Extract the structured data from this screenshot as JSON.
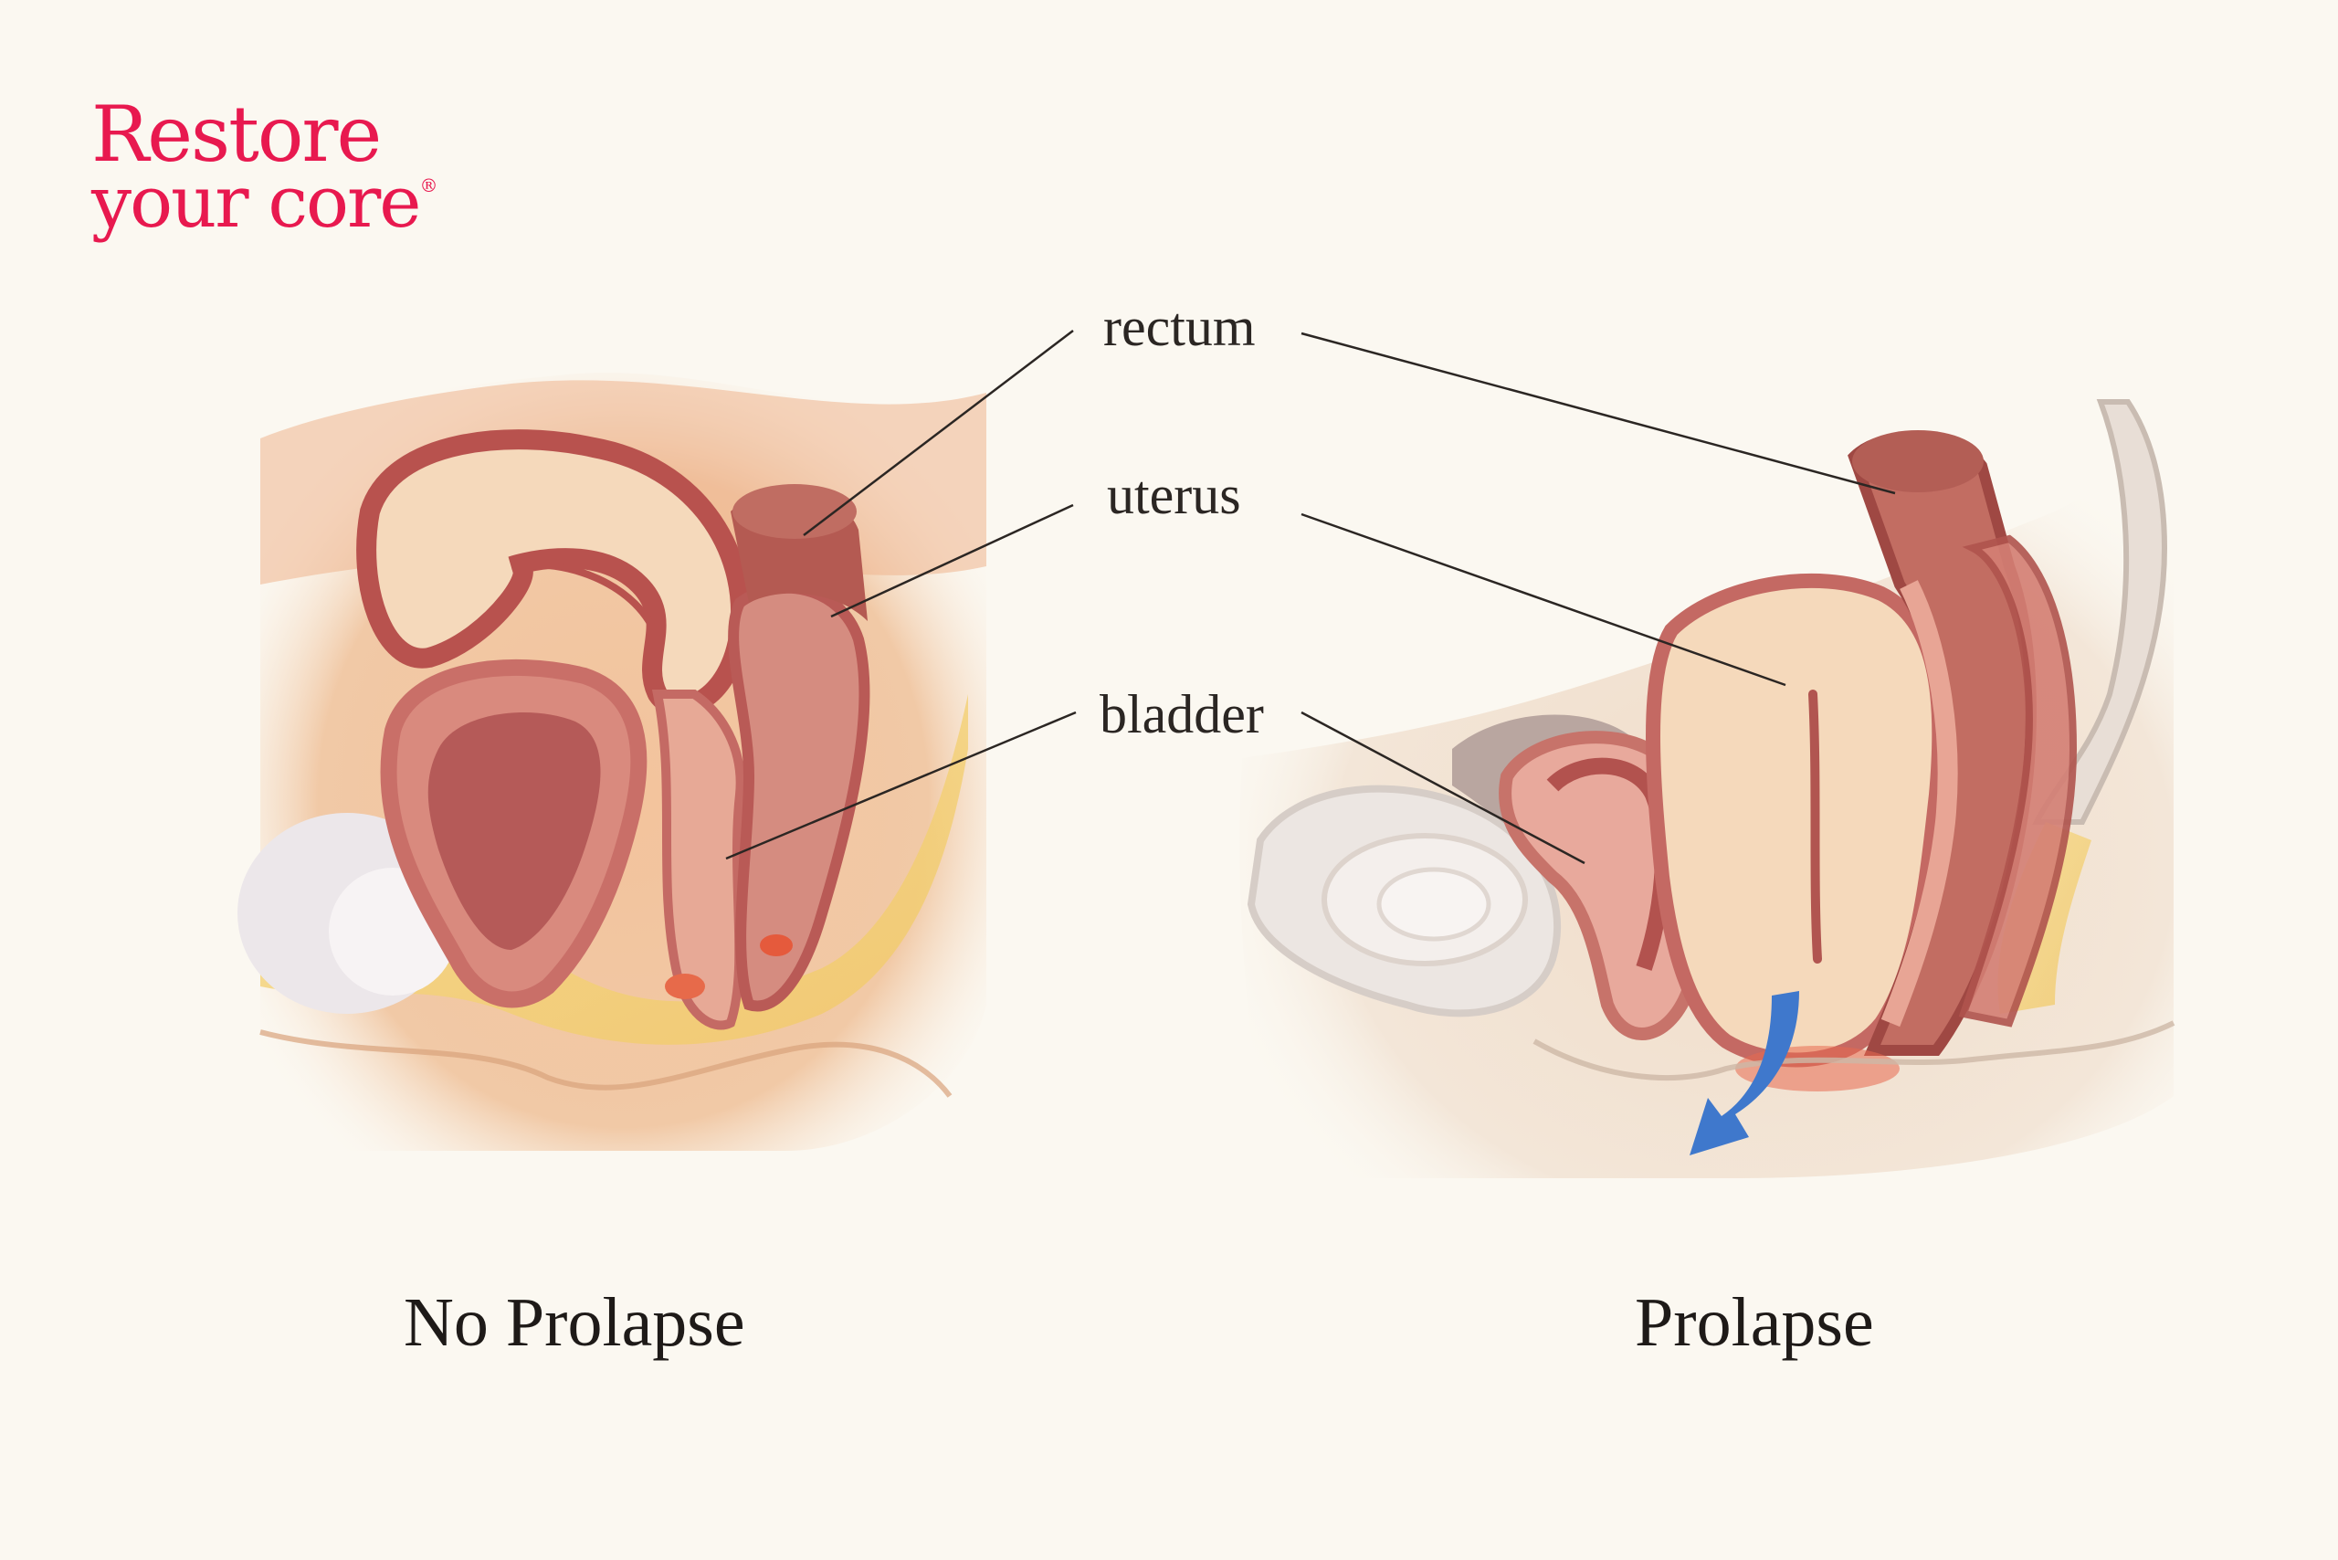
{
  "logo": {
    "line1": "Restore",
    "line2": "your core",
    "mark": "®"
  },
  "labels": {
    "rectum": "rectum",
    "uterus": "uterus",
    "bladder": "bladder"
  },
  "captions": {
    "left": "No Prolapse",
    "right": "Prolapse"
  },
  "colors": {
    "brand": "#e8194f",
    "arrow": "#3f78cc"
  }
}
